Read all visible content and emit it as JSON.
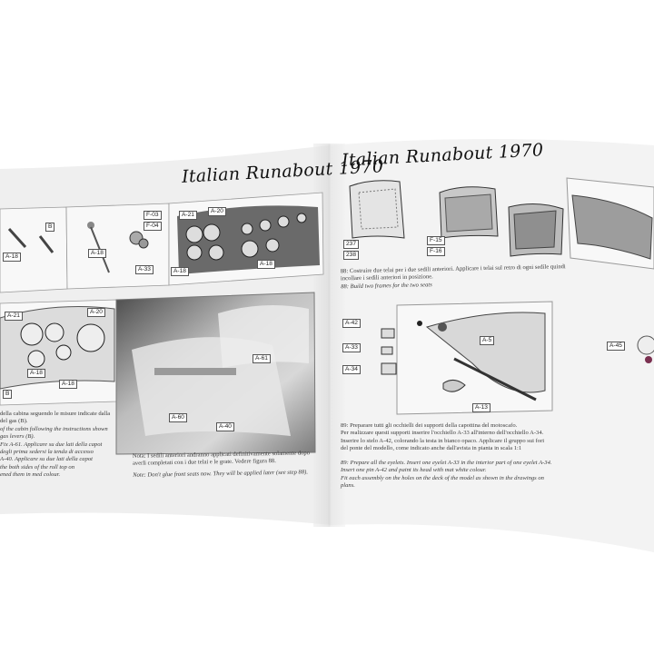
{
  "left_page": {
    "title": "Italian Runabout 1970",
    "part_labels": [
      "B",
      "A-18",
      "F-03",
      "F-04",
      "A-18",
      "A-33",
      "A-21",
      "A-20",
      "A-18",
      "A-18",
      "A-21",
      "A-20",
      "A-18",
      "B",
      "A-18",
      "A-61",
      "A-60",
      "A-40"
    ],
    "col1_text": [
      "della cabina seguendo le misure indicate dalla",
      "del gas (B).",
      "of the cabin following the instructions shown",
      "gas levers (B).",
      "",
      "Fix A-61. Applicare su due lati della capot",
      "degli prima sedersi la tenda di accesso",
      "A-40. Applicare su due lati della capot",
      "the both sides of the roll top on",
      "ened them in med colour."
    ],
    "note_it": "Nota: I sedili anteriori andranno applicati definitivamente solamente dopo averli completati con i due telai e le grate. Vedere figura 88.",
    "note_en": "Note: Don't glue front seats now. They will be applied later (see step 88)."
  },
  "right_page": {
    "title": "Italian Runabout 1970",
    "part_labels": [
      "237",
      "238",
      "F-15",
      "F-16",
      "A-42",
      "A-33",
      "A-34",
      "A-5",
      "A-13",
      "A-45"
    ],
    "step88": [
      "88: Costruire due telai per i due sedili anteriori. Applicare i telai sul retro di ogni sedile quindi",
      "incollare i sedili anteriori in posizione.",
      "88: Build two frames for the two seats"
    ],
    "step89_it": [
      "89: Preparare tutti gli occhielli dei supporti della capottina del motoscafo.",
      "Per realizzare questi supporti inserire l'occhiello A-33 all'interno dell'occhiello A-34.",
      "Inserire lo stelo A-42, colorando la testa in bianco opaco. Applicare il gruppo sui fori",
      "del ponte del modello, come indicato anche dall'avista in pianta in scala 1:1"
    ],
    "step89_en": [
      "89: Prepare all the eyelets. Insert one eyelet A-33 in the interior part of one eyelet A-34.",
      "Insert one pin A-42 and paint its head with mat white colour.",
      "Fit each assembly on the holes on the deck of the model as shown in the drawings on",
      "plans."
    ]
  },
  "colors": {
    "paper": "#f2f2f2",
    "ink": "#222222",
    "photo_dark": "#5a5a5a"
  }
}
